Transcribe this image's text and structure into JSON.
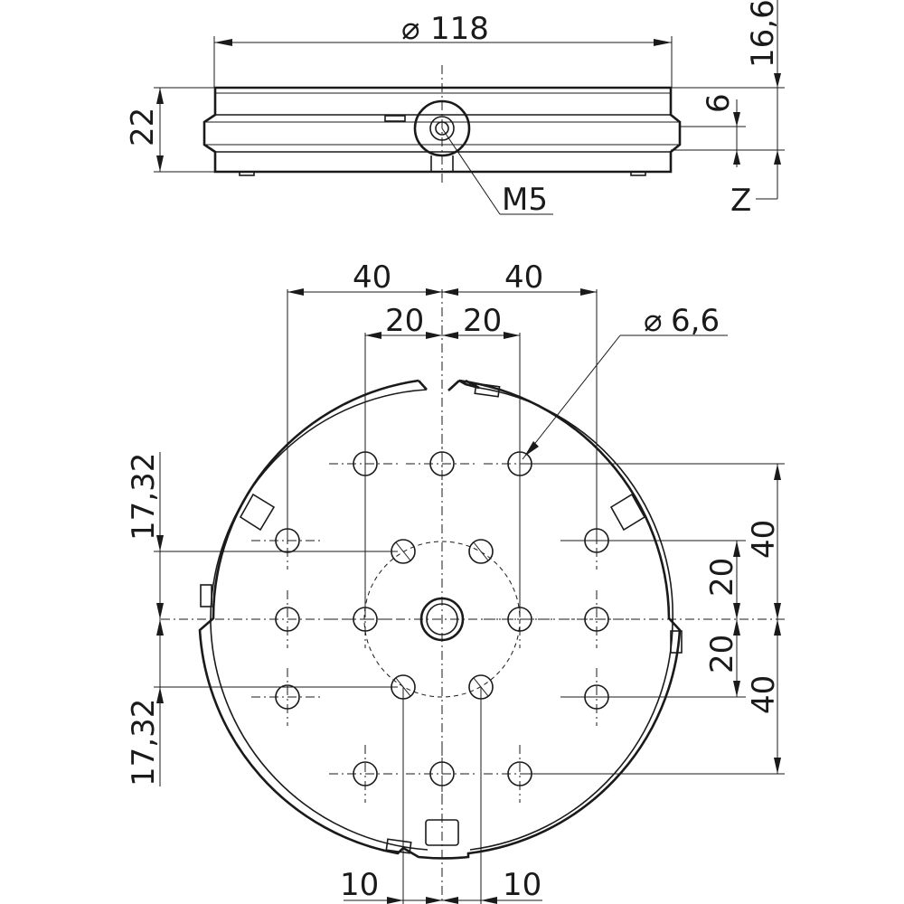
{
  "side_view": {
    "diameter_label": "118",
    "diameter_symbol": "⌀",
    "height_label": "22",
    "groove_label": "6",
    "top_right_label": "16,6",
    "thread_label": "M5",
    "z_label": "Z"
  },
  "top_view": {
    "top_left_40": "40",
    "top_right_40": "40",
    "top_left_20": "20",
    "top_right_20": "20",
    "hole_label": "6,6",
    "hole_symbol": "⌀",
    "left_upper_1732": "17,32",
    "left_lower_1732": "17,32",
    "right_upper_40": "40",
    "right_upper_20": "20",
    "right_lower_20": "20",
    "right_lower_40": "40",
    "bottom_left_10": "10",
    "bottom_right_10": "10"
  }
}
